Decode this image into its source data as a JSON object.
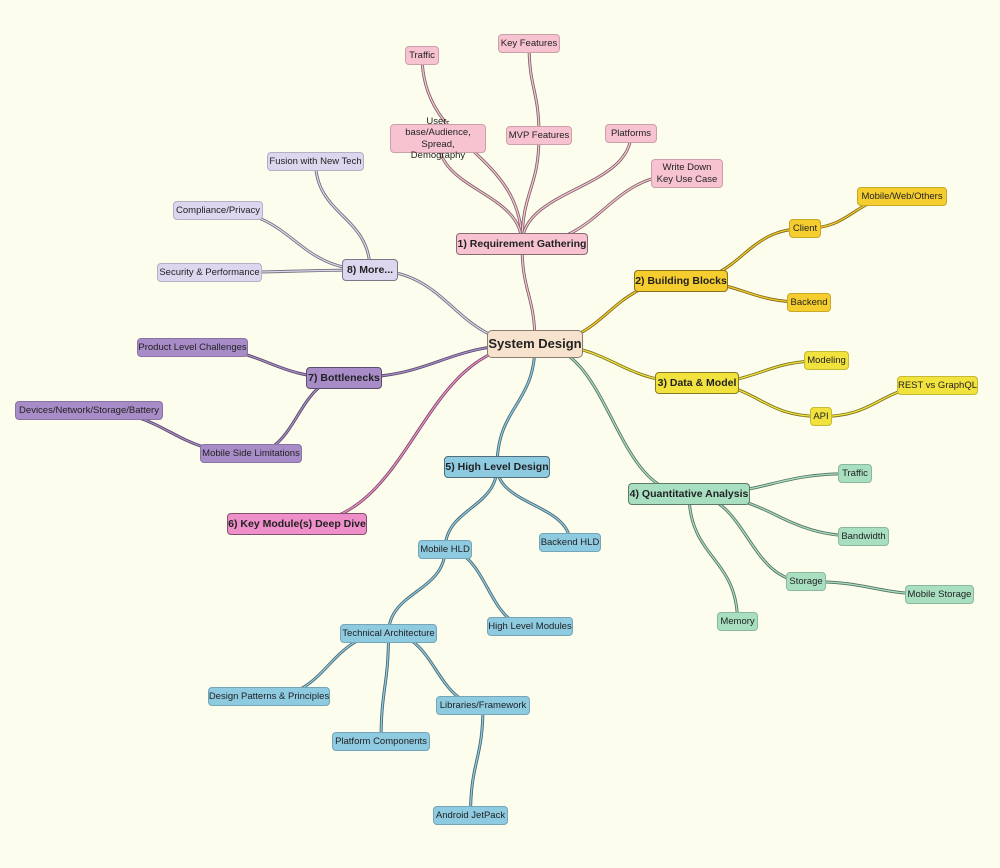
{
  "colors": {
    "background": "#fdfdee",
    "requirement": "#f7c3d0",
    "building": "#f5cd2f",
    "data_model": "#f2e23e",
    "quantitative": "#a9dfc1",
    "high_level": "#8ecae0",
    "deep_dive": "#ee8fc9",
    "bottlenecks": "#a88cc8",
    "more": "#ddd6ee",
    "root": "#f7e2cd"
  },
  "mindmap": {
    "root": "System Design",
    "branches": {
      "requirement": {
        "label": "1) Requirement Gathering",
        "traffic": "Traffic",
        "key_features": "Key Features",
        "user_base": "User-base/Audience, Spread, Demography",
        "mvp": "MVP Features",
        "platforms": "Platforms",
        "use_case": "Write Down Key Use Case"
      },
      "building": {
        "label": "2) Building Blocks",
        "client": "Client",
        "mobile_web": "Mobile/Web/Others",
        "backend": "Backend"
      },
      "data_model": {
        "label": "3) Data & Model",
        "modeling": "Modeling",
        "api": "API",
        "rest": "REST vs GraphQL"
      },
      "quantitative": {
        "label": "4) Quantitative Analysis",
        "traffic": "Traffic",
        "bandwidth": "Bandwidth",
        "storage": "Storage",
        "mobile_storage": "Mobile Storage",
        "memory": "Memory"
      },
      "high_level": {
        "label": "5) High Level Design",
        "mobile_hld": "Mobile HLD",
        "backend_hld": "Backend HLD",
        "tech_arch": "Technical Architecture",
        "hl_modules": "High Level Modules",
        "design_patterns": "Design Patterns & Principles",
        "libraries": "Libraries/Framework",
        "platform_components": "Platform Components",
        "jetpack": "Android JetPack"
      },
      "deep_dive": {
        "label": "6) Key Module(s) Deep Dive"
      },
      "bottlenecks": {
        "label": "7) Bottlenecks",
        "product": "Product Level Challenges",
        "mobile_side": "Mobile Side Limitations",
        "devices": "Devices/Network/Storage/Battery"
      },
      "more": {
        "label": "8) More...",
        "fusion": "Fusion with New Tech",
        "compliance": "Compliance/Privacy",
        "security": "Security & Performance"
      }
    }
  }
}
